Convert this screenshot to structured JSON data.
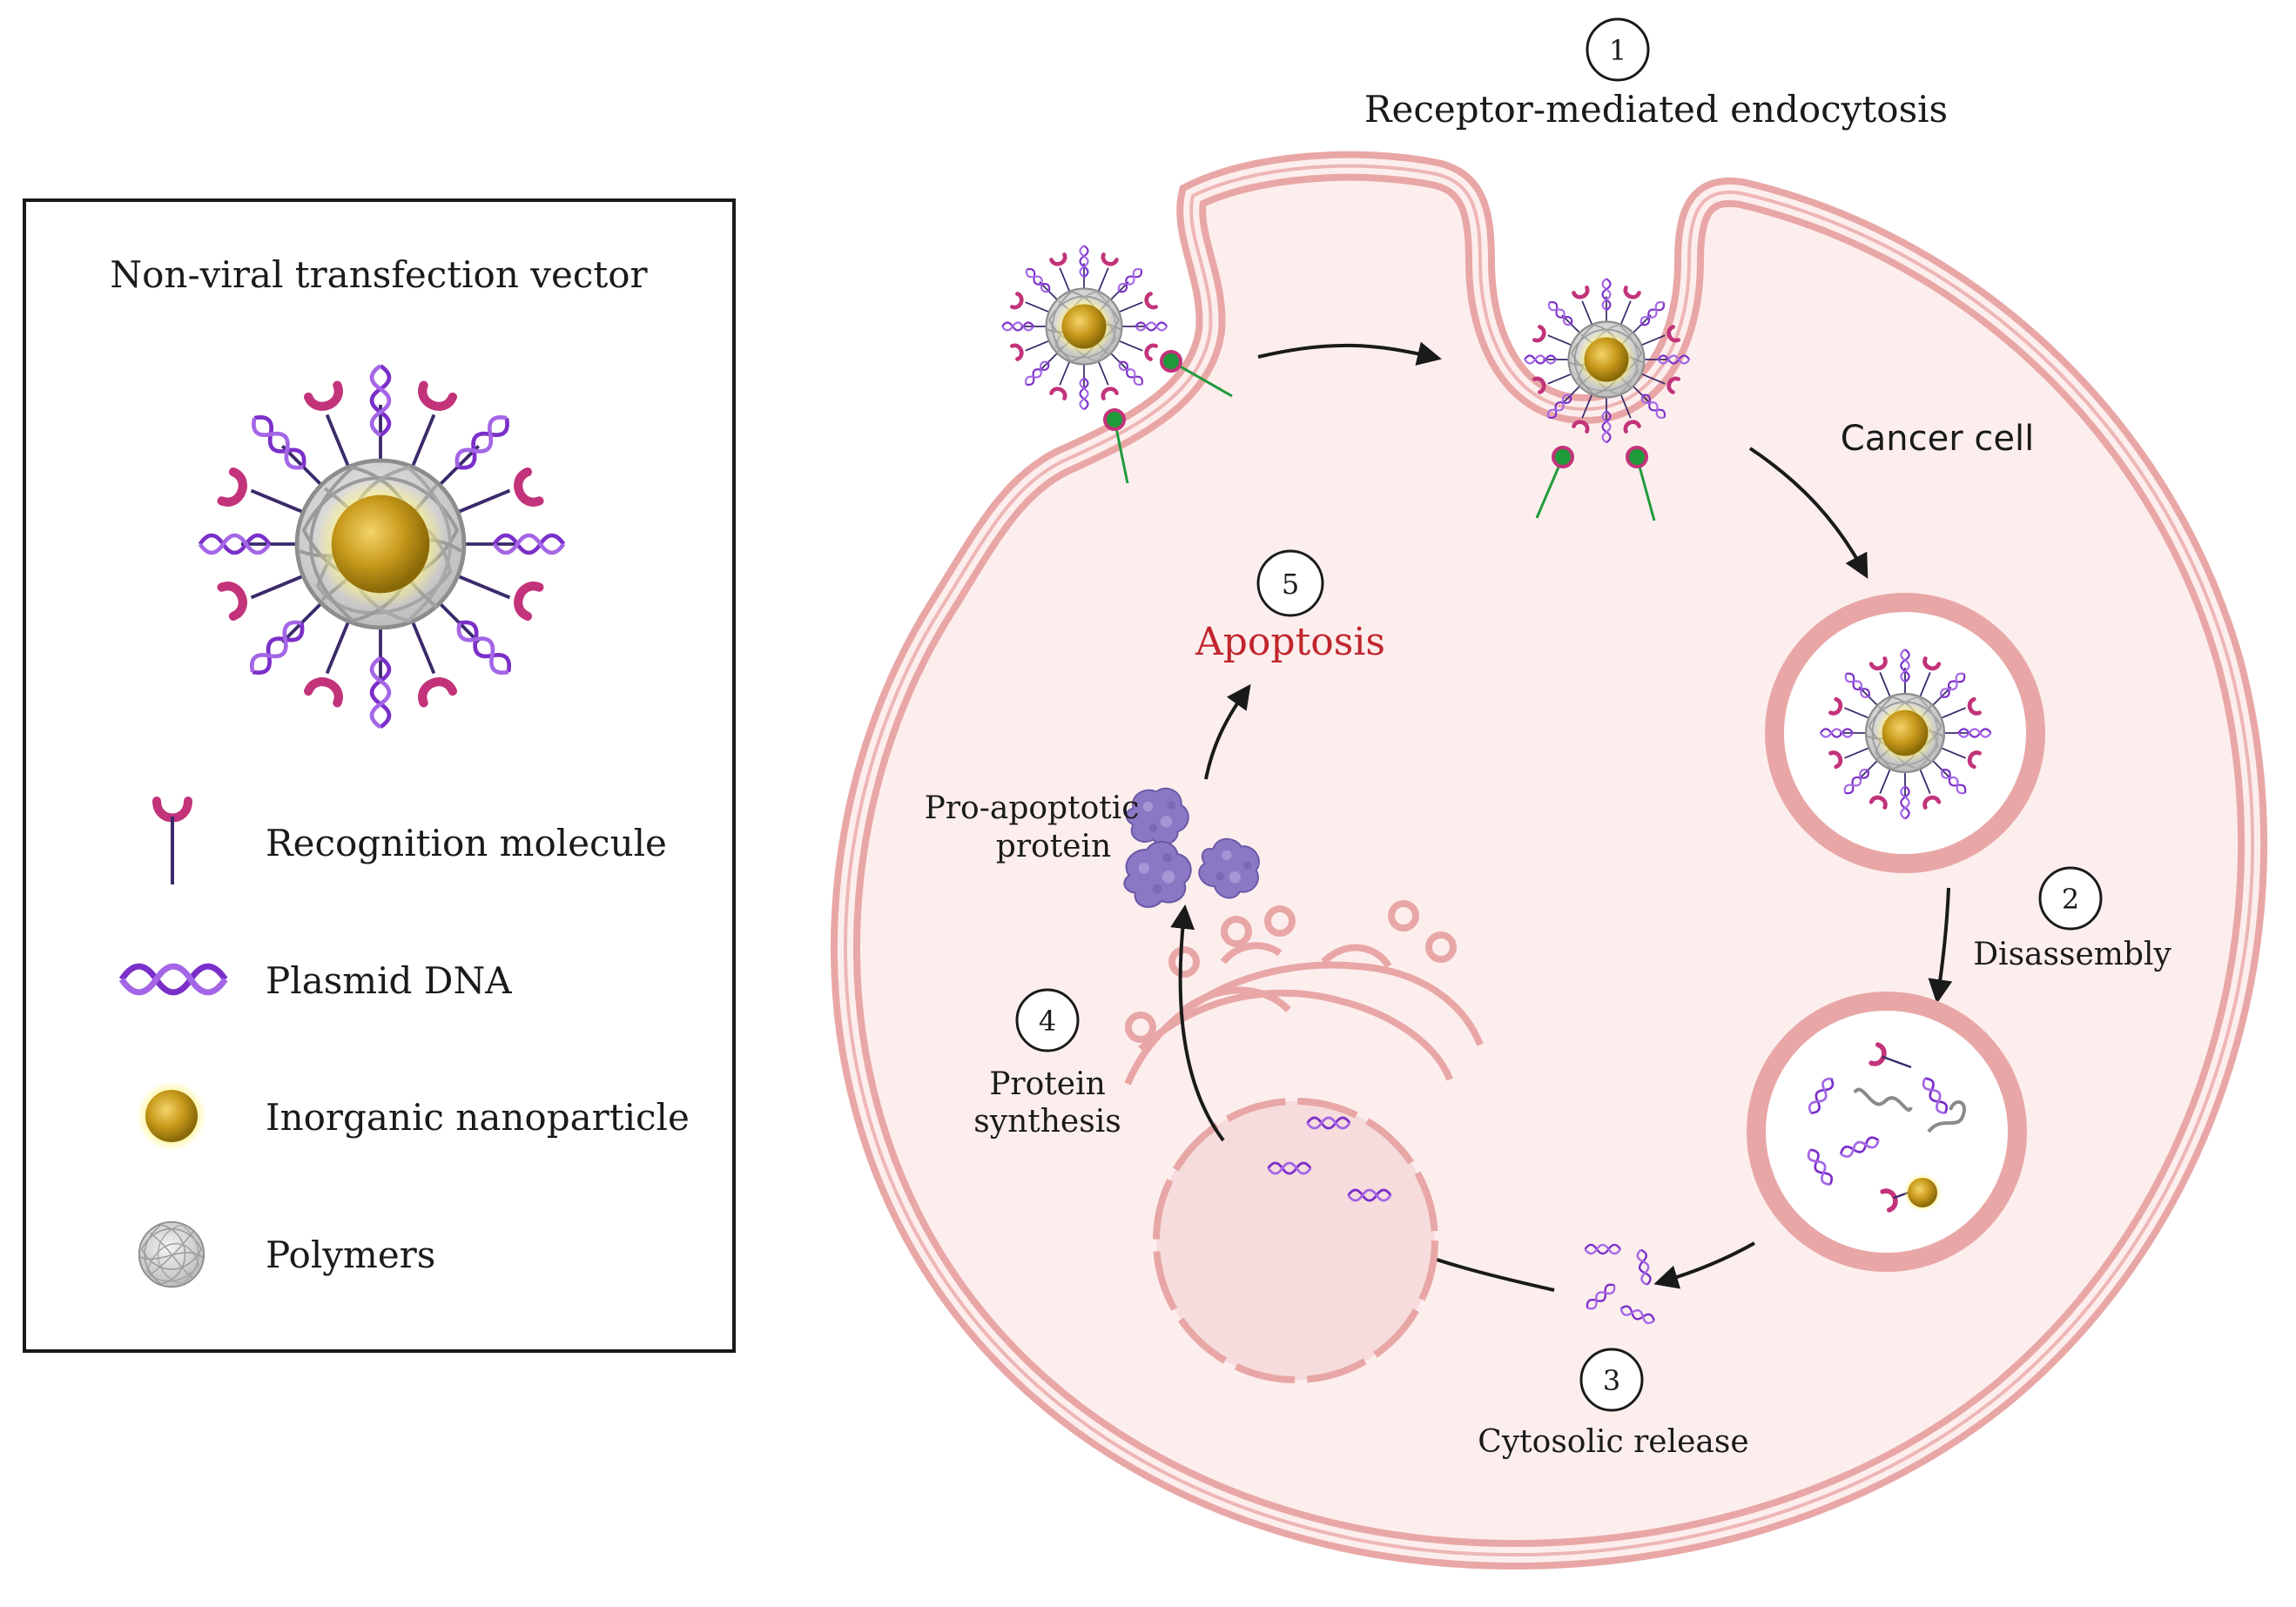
{
  "legend": {
    "title": "Non-viral transfection vector",
    "items": [
      {
        "label": "Recognition molecule",
        "icon": "recognition-molecule-icon"
      },
      {
        "label": "Plasmid DNA",
        "icon": "plasmid-dna-icon"
      },
      {
        "label": "Inorganic nanoparticle",
        "icon": "inorganic-nanoparticle-icon"
      },
      {
        "label": "Polymers",
        "icon": "polymers-icon"
      }
    ]
  },
  "steps": [
    {
      "number": "1",
      "label": "Receptor-mediated endocytosis"
    },
    {
      "number": "2",
      "label": "Disassembly"
    },
    {
      "number": "3",
      "label": "Cytosolic release"
    },
    {
      "number": "4",
      "label_line1": "Protein",
      "label_line2": "synthesis"
    },
    {
      "number": "5",
      "label": "Apoptosis"
    }
  ],
  "cell_label": "Cancer cell",
  "protein_label": {
    "line1": "Pro-apoptotic",
    "line2": "protein"
  },
  "colors": {
    "cell_fill": "#fdeeee",
    "membrane": "#e8a7a6",
    "recognition": "#c2337a",
    "dna": "#7b2fc9",
    "nanoparticle": "#c89a1c",
    "receptor": "#1f9a3a",
    "apoptosis_text": "#c0262d",
    "protein": "#8b78c4"
  }
}
